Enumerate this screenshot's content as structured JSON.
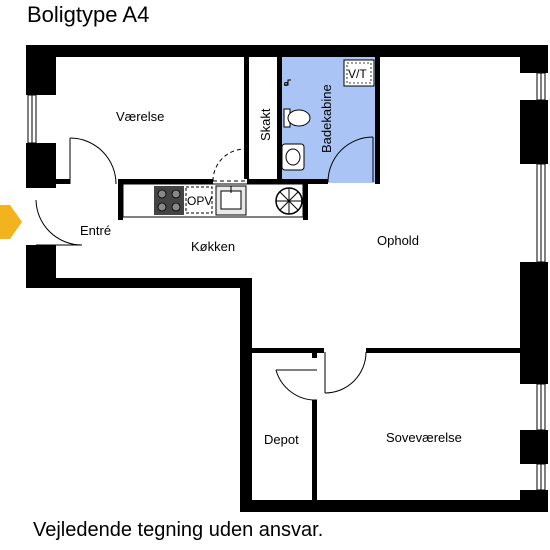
{
  "title": "Boligtype A4",
  "footer": "Vejledende tegning uden ansvar.",
  "rooms": {
    "vaerelse": "Værelse",
    "skakt": "Skakt",
    "badekabine": "Badekabine",
    "vt": "V/T",
    "entre": "Entré",
    "opv": "OPV",
    "kokken": "Køkken",
    "ophold": "Ophold",
    "depot": "Depot",
    "sovevaerelse": "Soveværelse"
  },
  "colors": {
    "wall": "#000000",
    "bathroom": "#a9c4f5",
    "entrance_marker": "#f2b31e"
  },
  "icons": {
    "entrance_marker": "entrance-arrow-icon",
    "stove": "stove-icon",
    "sink": "sink-icon",
    "toilet": "toilet-icon",
    "washbasin": "washbasin-icon",
    "fan": "fan-icon"
  }
}
